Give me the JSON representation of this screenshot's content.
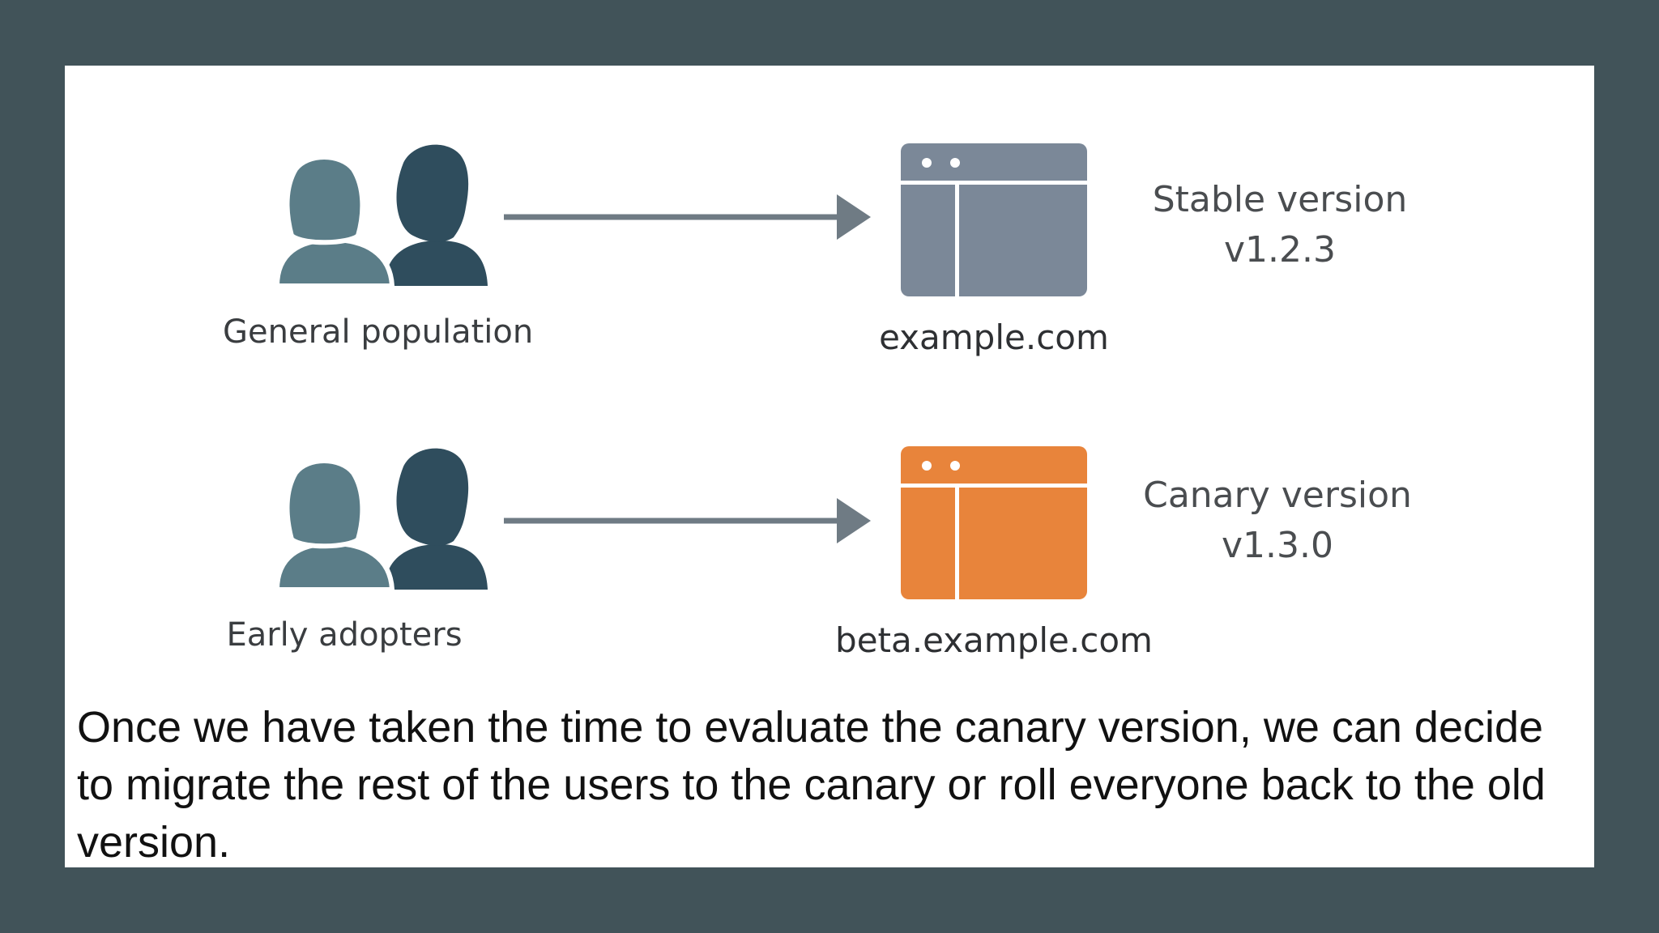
{
  "diagram": {
    "rows": [
      {
        "group_label": "General population",
        "site_url": "example.com",
        "version_name": "Stable version",
        "version_number": "v1.2.3",
        "window_color": "#7b8898"
      },
      {
        "group_label": "Early adopters",
        "site_url": "beta.example.com",
        "version_name": "Canary version",
        "version_number": "v1.3.0",
        "window_color": "#e8843b"
      }
    ],
    "colors": {
      "person_front": "#5b7d88",
      "person_back": "#2f4d5d",
      "arrow": "#6f7b84"
    }
  },
  "caption": "Once we have taken the time to evaluate the canary version, we can decide to migrate the rest of the users to the canary or roll everyone back to the old version."
}
